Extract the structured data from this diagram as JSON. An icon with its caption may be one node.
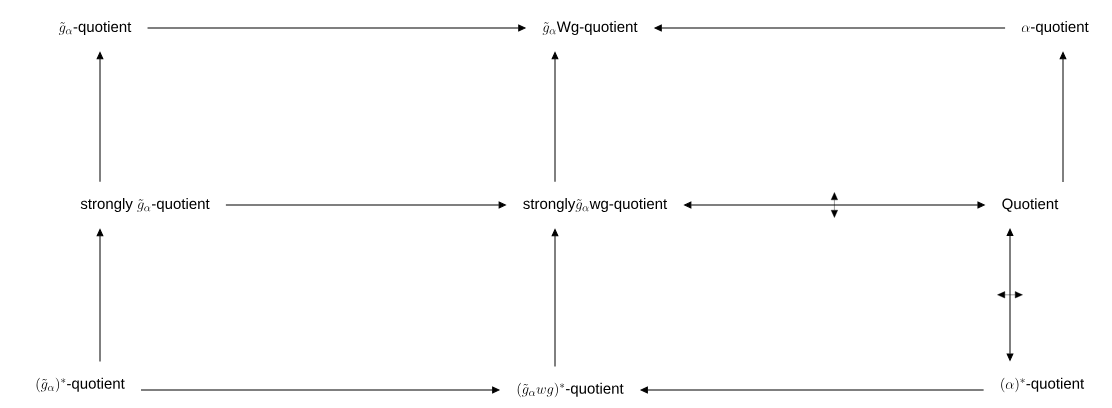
{
  "diagram": {
    "nodes": [
      {
        "text": [
          "\\tilde{g}_{\\alpha}\\mbox{-quotient}"
        ]
      },
      {
        "text": [
          "\\tilde{g}_{\\alpha}\\mbox{Wg-quotient}"
        ]
      },
      {
        "text": [
          "\\alpha\\mbox{-quotient}"
        ]
      },
      {
        "text": [
          "\\mbox{strongly }\\tilde{g}_{\\alpha}\\mbox{-quotient}"
        ]
      },
      {
        "text": [
          "\\mbox{strongly}\\tilde{g}_{\\alpha}\\mbox{wg-quotient}"
        ]
      },
      {
        "text": [
          "\\mbox{Quotient}"
        ]
      },
      {
        "text": [
          "(\\tilde{g}_{\\alpha})^{*}\\mbox{-quotient}"
        ]
      },
      {
        "text": [
          "(\\tilde{g}_{\\alpha}wg)^{*}\\mbox{-quotient}"
        ]
      },
      {
        "text": [
          "(\\alpha)^{*}\\mbox{-quotient}"
        ]
      }
    ],
    "edges": [
      {
        "from": 0,
        "to": 1,
        "arrow": "to"
      },
      {
        "from": 2,
        "to": 1,
        "arrow": "to"
      },
      {
        "from": 3,
        "to": 0,
        "arrow": "to"
      },
      {
        "from": 4,
        "to": 1,
        "arrow": "to"
      },
      {
        "from": 5,
        "to": 2,
        "arrow": "to"
      },
      {
        "from": 3,
        "to": 4,
        "arrow": "to"
      },
      {
        "from": 4,
        "to": 5,
        "arrow": "both"
      },
      {
        "from": 6,
        "to": 3,
        "arrow": "to"
      },
      {
        "from": 7,
        "to": 4,
        "arrow": "to"
      },
      {
        "from": 5,
        "to": 8,
        "arrow": "both"
      },
      {
        "from": 6,
        "to": 7,
        "arrow": "to"
      },
      {
        "from": 8,
        "to": 7,
        "arrow": "to"
      }
    ]
  }
}
